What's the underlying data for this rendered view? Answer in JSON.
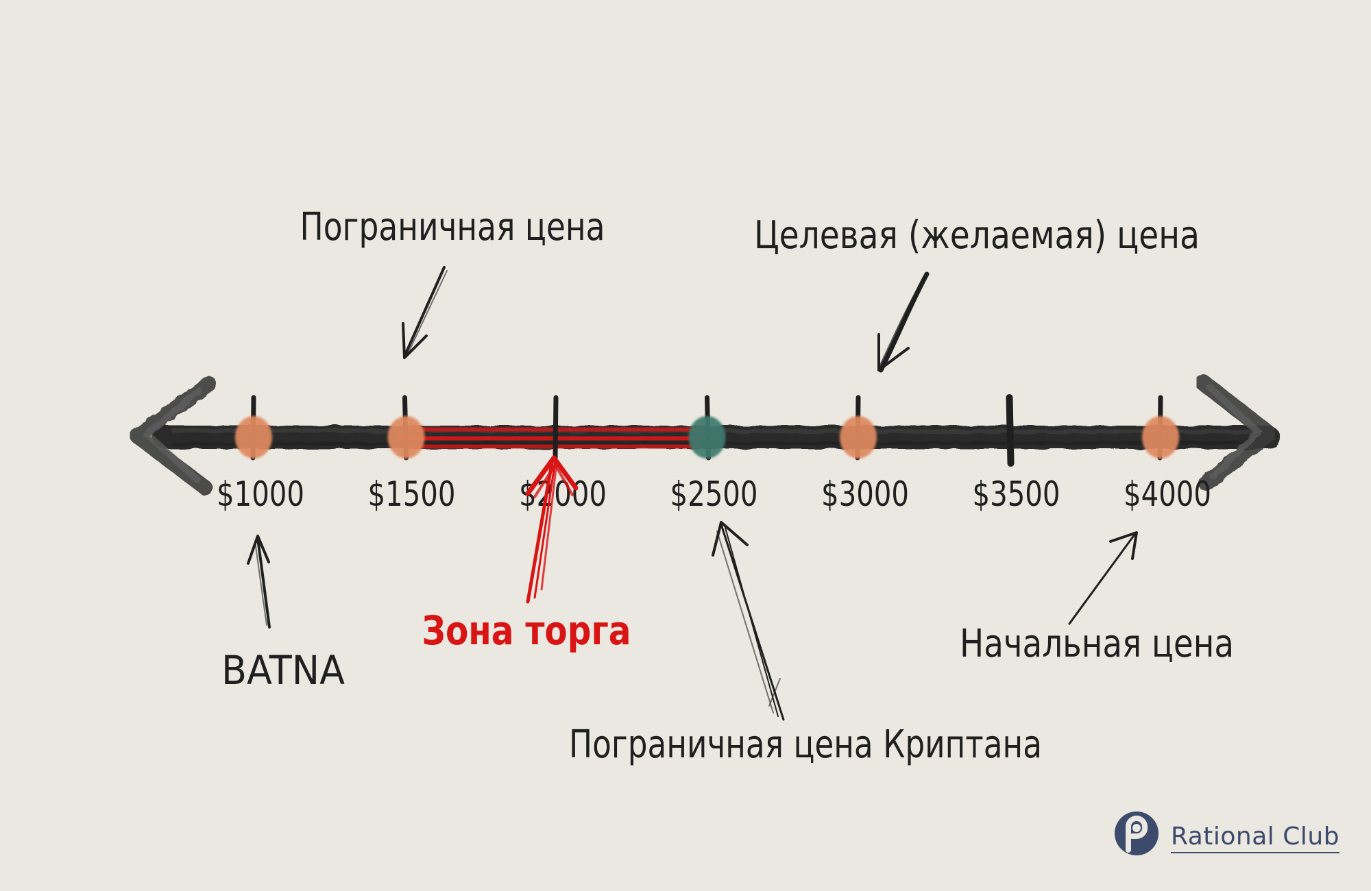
{
  "colors": {
    "background": "#ebe8e1",
    "axis": "#2a2a2a",
    "zone": "#d91414",
    "dot_orange": "#e08a5e",
    "dot_teal": "#3f7a6e",
    "brand": "#3c4a6b"
  },
  "scale": {
    "ticks": [
      {
        "value": 1000,
        "label": "$1000"
      },
      {
        "value": 1500,
        "label": "$1500"
      },
      {
        "value": 2000,
        "label": "$2000"
      },
      {
        "value": 2500,
        "label": "$2500"
      },
      {
        "value": 3000,
        "label": "$3000"
      },
      {
        "value": 3500,
        "label": "$3500"
      },
      {
        "value": 4000,
        "label": "$4000"
      }
    ]
  },
  "points": [
    {
      "value": 1000,
      "color": "orange",
      "name": "batna-point"
    },
    {
      "value": 1500,
      "color": "orange",
      "name": "reservation-price-point"
    },
    {
      "value": 2500,
      "color": "teal",
      "name": "kriptan-reservation-price-point"
    },
    {
      "value": 3000,
      "color": "orange",
      "name": "target-price-point"
    },
    {
      "value": 4000,
      "color": "orange",
      "name": "opening-price-point"
    }
  ],
  "zone": {
    "from": 1500,
    "to": 2500
  },
  "labels": {
    "reservation_price": "Пограничная цена",
    "target_price": "Целевая (желаемая) цена",
    "batna": "BATNA",
    "zone": "Зона торга",
    "opening_price": "Начальная цена",
    "kriptan_reservation_price": "Пограничная цена Криптана"
  },
  "brand": {
    "name": "Rational Club",
    "icon": "rational-club-logo-icon"
  }
}
